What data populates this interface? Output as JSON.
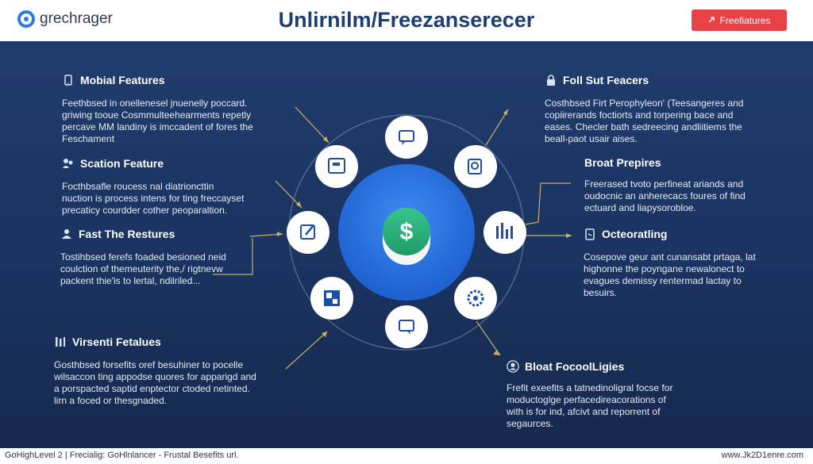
{
  "header": {
    "logo_text": "grechrager",
    "title": "Unlirnilm/Freezanserecer",
    "cta_label": "Freefiatures"
  },
  "left_blocks": [
    {
      "title": "Mobial Features",
      "icon": "mobile-icon",
      "lines": [
        "Feethbsed in onellenesel jnuenelly poccard.",
        "griwing tooue Cosmmulteehearments repetly",
        "percave MM landiny is imccadent of fores the",
        "Feschament"
      ]
    },
    {
      "title": "Scation Feature",
      "icon": "people-icon",
      "lines": [
        "Focthbsafle roucess nal diatrioncttin",
        "nuction is process intens for ting freccayset",
        "precaticy courdder cother peoparaltion."
      ]
    },
    {
      "title": "Fast The Restures",
      "icon": "user-icon",
      "lines": [
        "Tostihbsed ferefs foaded besioned neid",
        "coulction of themeuterity the,/ rigtnevw",
        "packent thie'is to lertal, ndilriled..."
      ]
    },
    {
      "title": "Virsenti Fetalues",
      "icon": "tools-icon",
      "lines": [
        "Gosthbsed forsefits oref besuhiner to pocelle",
        "wilsaccon ting appodse quores for apparigd and",
        "a porspacted saptid enptector ctoded netinted.",
        "lirn a foced or thesgnaded."
      ]
    }
  ],
  "right_blocks": [
    {
      "title": "Foll Sut Feacers",
      "icon": "lock-icon",
      "lines": [
        "Costhbsed Firt Perophyleon' (Teesangeres and",
        "copiirerands foctiorts and torpering bace and",
        "eases. Checler bath sedreecing andliitiems the",
        "beall-paot usair aises."
      ]
    },
    {
      "title": "Broat Prepires",
      "icon": "",
      "lines": [
        "Freerased tvoto perfineat ariands and",
        "oudocnic an anherecacs foures of find",
        "ectuard and liapysorobloe."
      ]
    },
    {
      "title": "Octeoratling",
      "icon": "device-icon",
      "lines": [
        "Cosepove geur ant cunansabt prtaga, lat",
        "highonne the poyngane newalonect to",
        "evagues demissy rentermad lactay to",
        "besuirs."
      ]
    },
    {
      "title": "Bloat FocoolLigies",
      "icon": "profile-icon",
      "lines": [
        "Frefit exeefits a tatnedinoligral focse for",
        "moductoglge perfacedireacorations of",
        "with is for ind, afcivt and reporrent of",
        "segaurces."
      ]
    }
  ],
  "hub": {
    "icon": "dollar-coin-icon"
  },
  "ring_nodes": [
    {
      "name": "chat-icon"
    },
    {
      "name": "search-document-icon"
    },
    {
      "name": "bar-chart-icon"
    },
    {
      "name": "gear-icon"
    },
    {
      "name": "message-icon"
    },
    {
      "name": "image-grid-icon"
    },
    {
      "name": "edit-icon"
    },
    {
      "name": "card-icon"
    }
  ],
  "footer": {
    "left": "GoHighLevel 2 | Frecialig: GoHlnlancer - Frustal Besefits url.",
    "right": "www.Jk2D1enre.com"
  },
  "colors": {
    "accent": "#2c7be5",
    "cta": "#e84148",
    "panel": "#1c365f",
    "connector": "#c8b060"
  }
}
